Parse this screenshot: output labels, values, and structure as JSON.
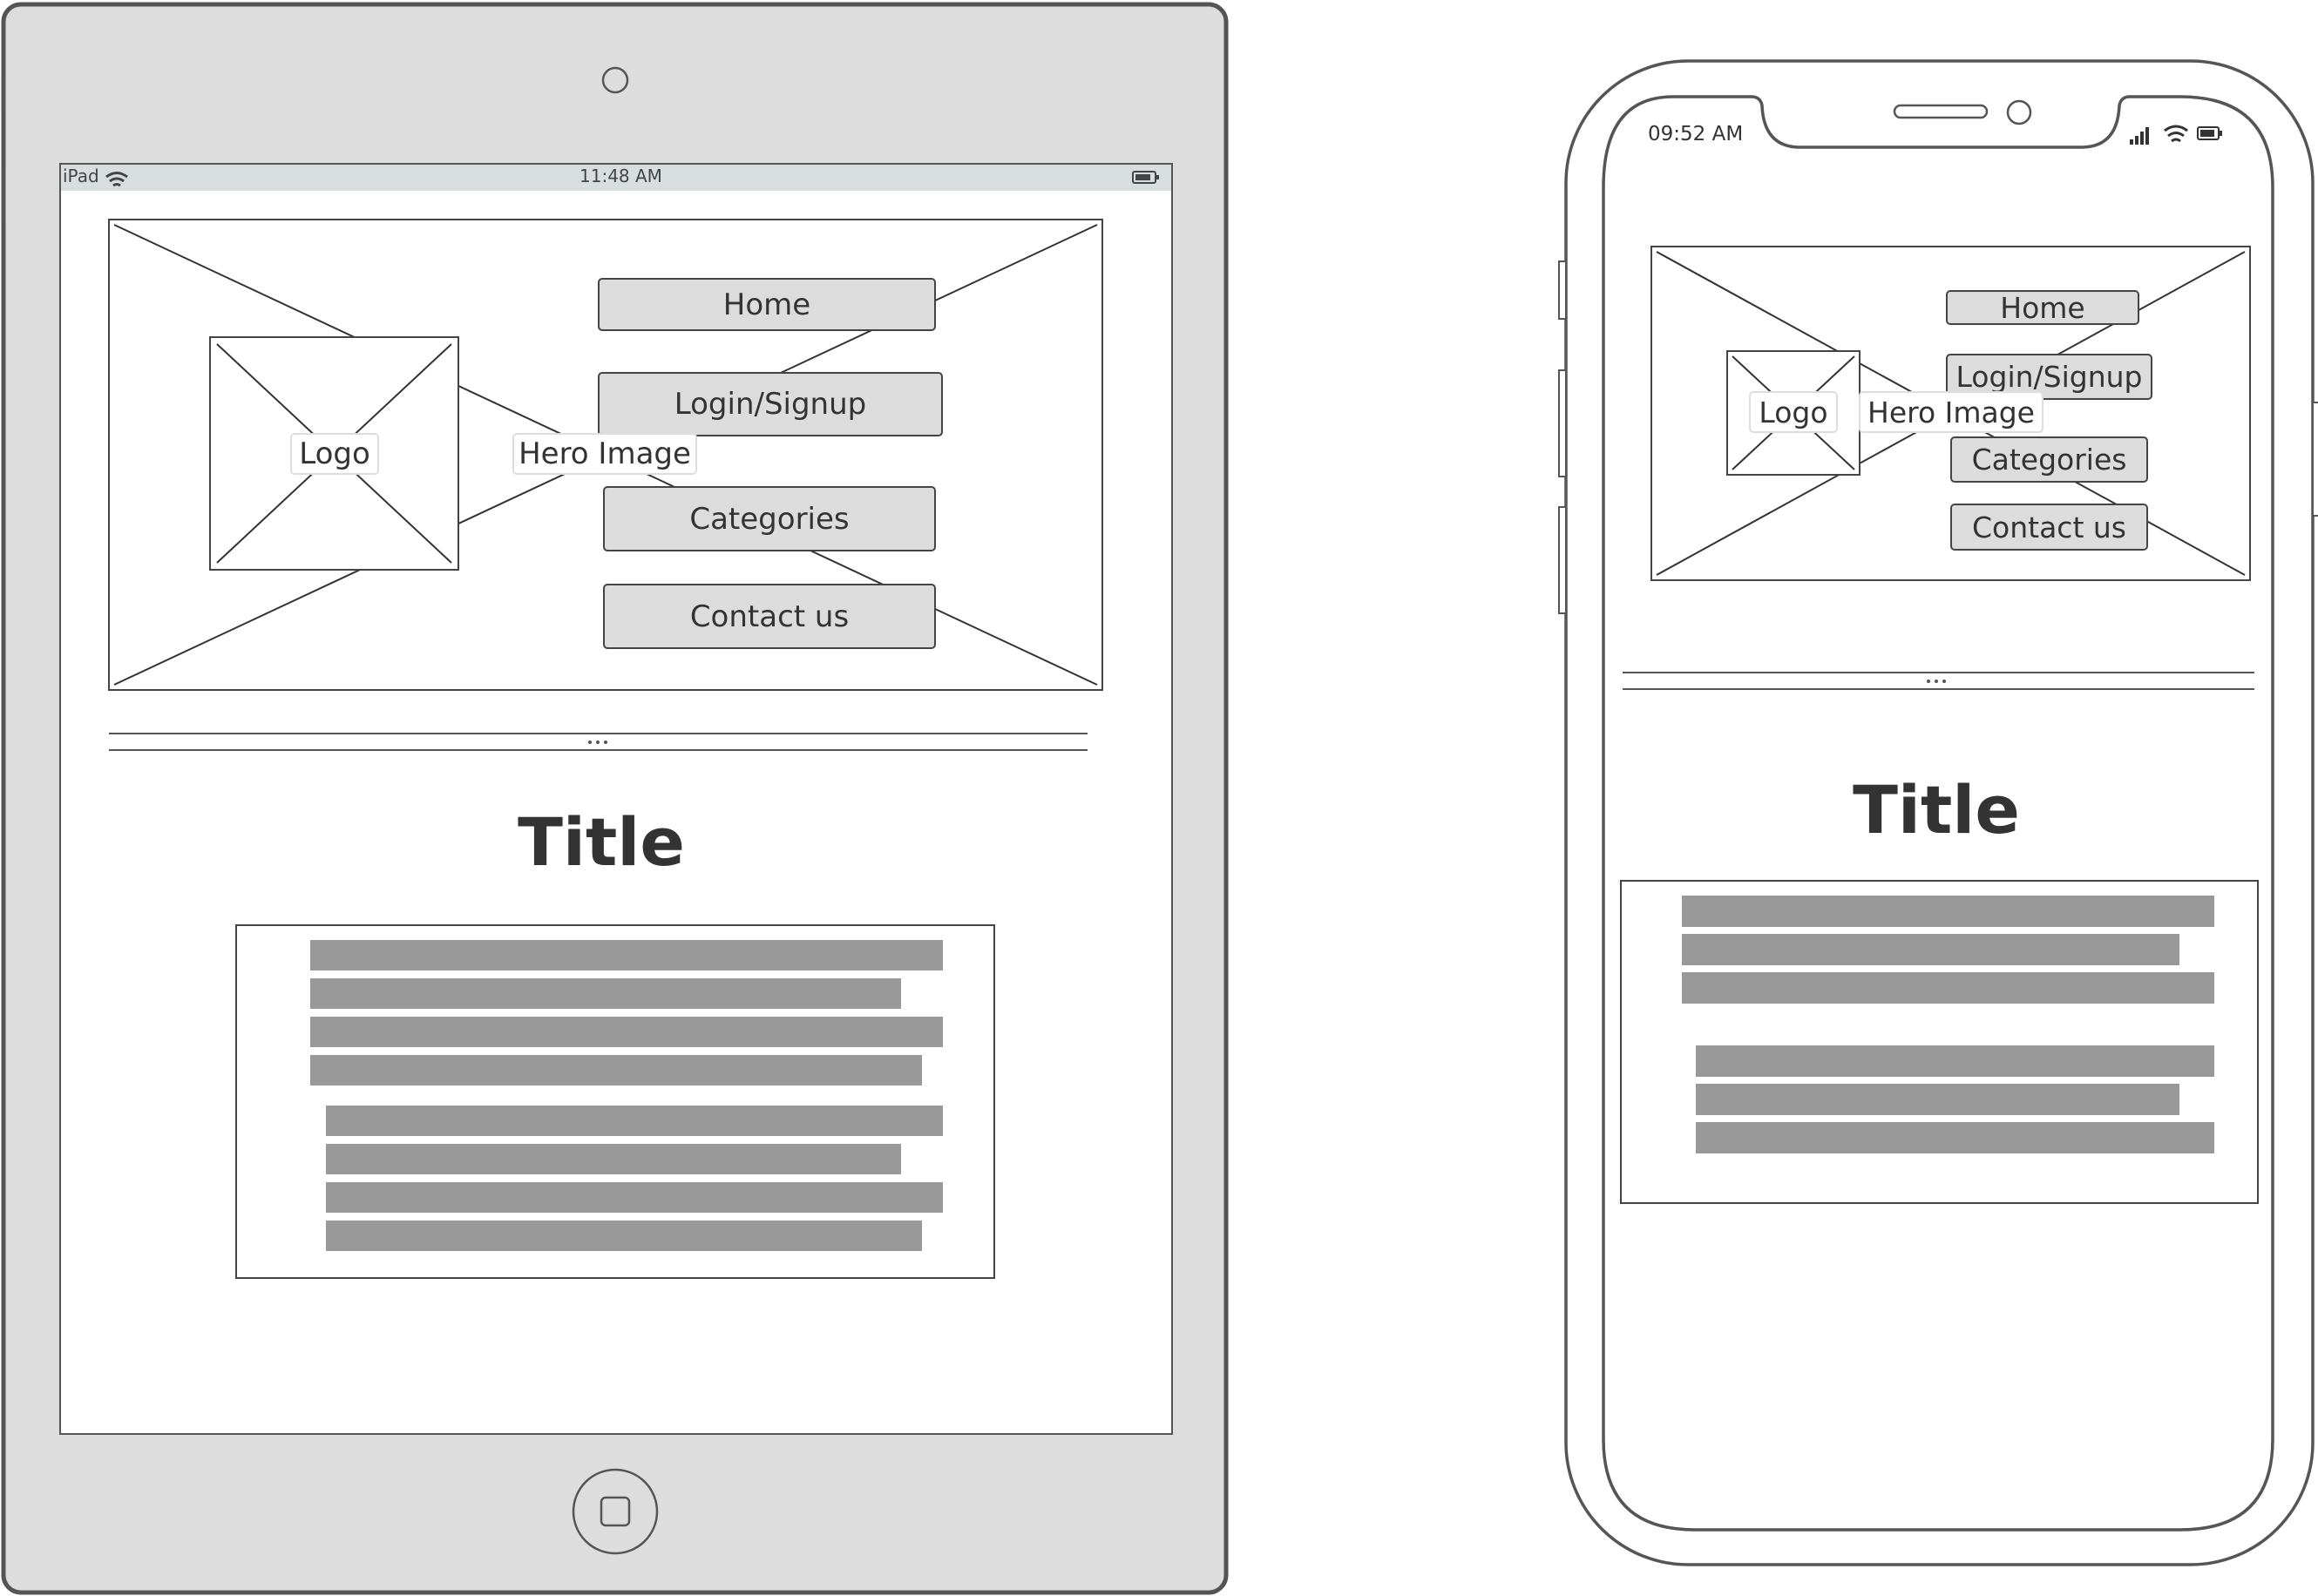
{
  "tablet": {
    "status_bar": {
      "device": "iPad",
      "time": "11:48 AM"
    },
    "hero": {
      "image_label": "Hero Image",
      "logo_label": "Logo",
      "nav": [
        "Home",
        "Login/Signup",
        "Categories",
        "Contact us"
      ]
    },
    "title": "Title"
  },
  "phone": {
    "status_bar": {
      "time": "09:52 AM"
    },
    "hero": {
      "image_label": "Hero Image",
      "logo_label": "Logo",
      "nav": [
        "Home",
        "Login/Signup",
        "Categories",
        "Contact us"
      ]
    },
    "title": "Title"
  },
  "colors": {
    "frame": "#555555",
    "device_body": "#dddddd",
    "status_bg": "#d8dde0",
    "button_fill": "#dcdcdc",
    "text_placeholder": "#999999"
  },
  "icons": [
    "wifi-icon",
    "battery-icon",
    "signal-icon",
    "camera-icon",
    "home-button-icon"
  ]
}
